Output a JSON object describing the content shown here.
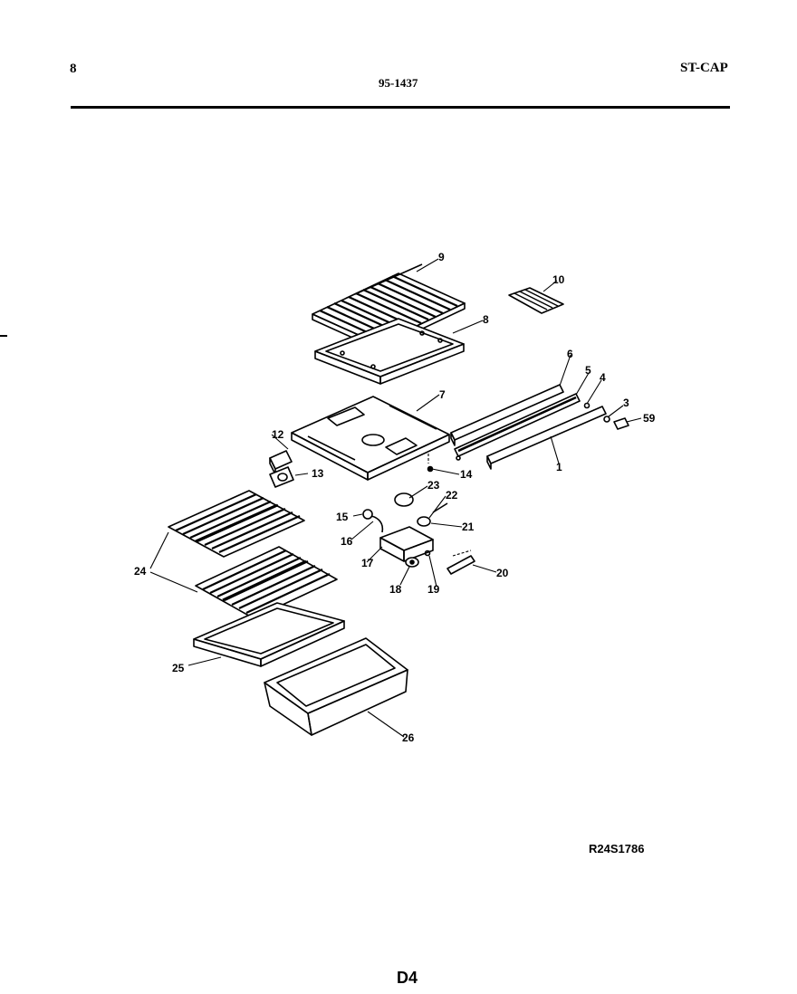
{
  "header": {
    "page_number": "8",
    "doc_number": "95-1437",
    "model": "ST-CAP"
  },
  "diagram": {
    "reference_code": "R24S1786",
    "callouts": [
      "1",
      "3",
      "4",
      "5",
      "6",
      "7",
      "8",
      "9",
      "10",
      "12",
      "13",
      "14",
      "15",
      "16",
      "17",
      "18",
      "19",
      "20",
      "21",
      "22",
      "23",
      "24",
      "25",
      "26",
      "59"
    ]
  },
  "footer": {
    "page_code": "D4"
  }
}
